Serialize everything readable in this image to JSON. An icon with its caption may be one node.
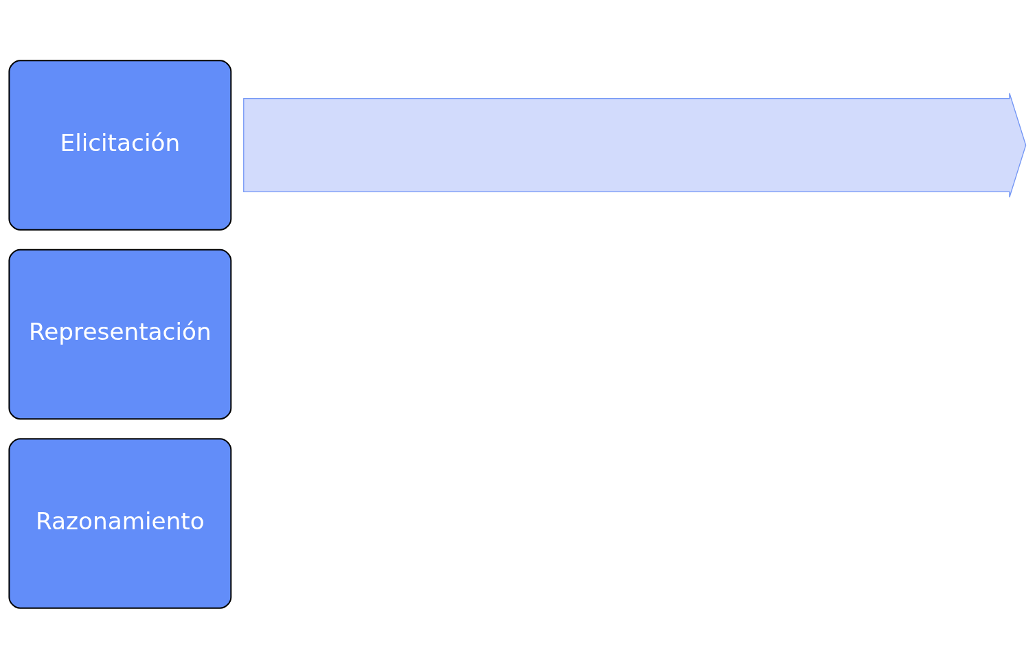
{
  "diagram": {
    "nodes": [
      {
        "text": [],
        "shape": "arrow"
      },
      {
        "text": [
          "Elicitación"
        ]
      },
      {
        "text": [
          "Representación"
        ]
      },
      {
        "text": [
          "Razonamiento"
        ]
      }
    ]
  }
}
